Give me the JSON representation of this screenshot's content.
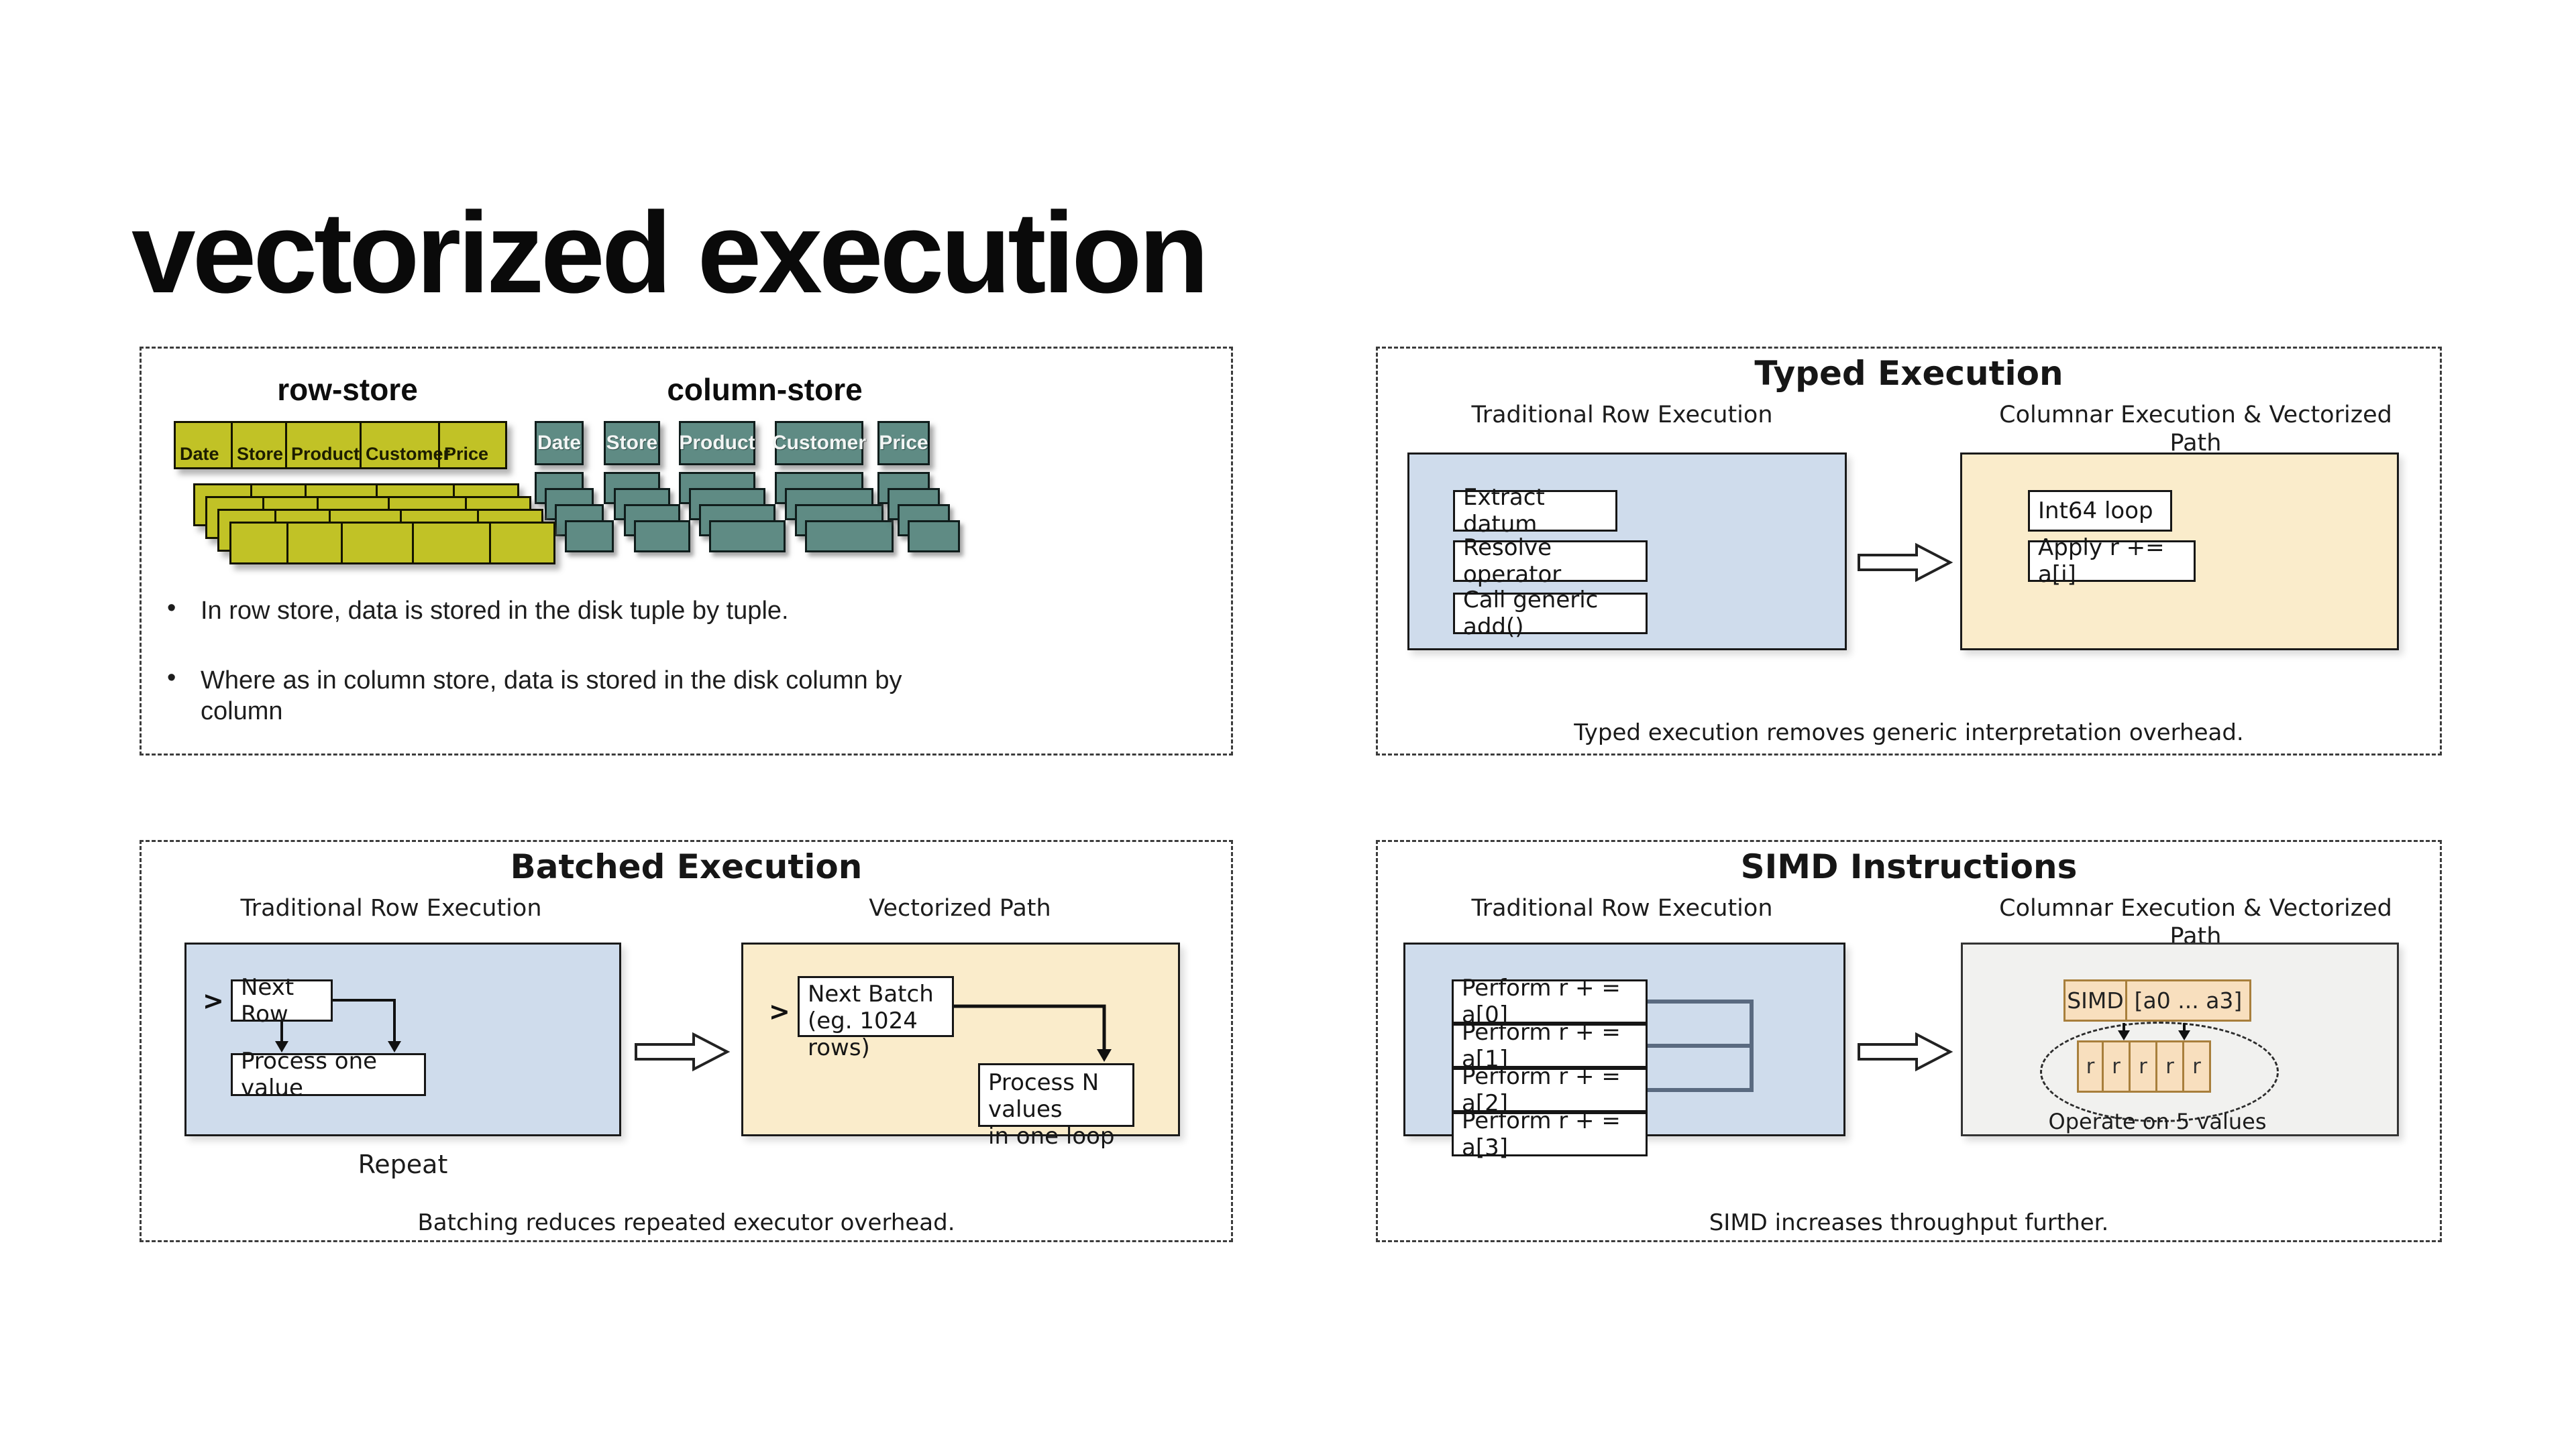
{
  "title": "vectorized execution",
  "colors": {
    "panel_blue": "#cfdcec",
    "panel_yellow": "#faeccb",
    "panel_gray": "#f1f1ef",
    "cell_orange": "#f8dfbe",
    "row_store_yellow": "#c1c226",
    "column_store_teal": "#5f8b84"
  },
  "panels": {
    "storage": {
      "row_store_heading": "row-store",
      "column_store_heading": "column-store",
      "columns": [
        "Date",
        "Store",
        "Product",
        "Customer",
        "Price"
      ],
      "bullet_glyph": "•",
      "bullets": [
        "In row store, data is stored in the disk tuple by tuple.",
        "Where as in column store, data is stored in the disk column by column"
      ]
    },
    "typed": {
      "title": "Typed Execution",
      "left_label": "Traditional Row Execution",
      "right_label": "Columnar Execution & Vectorized Path",
      "left_steps": [
        "Extract datum",
        "Resolve operator",
        "Call generic add()"
      ],
      "right_steps": [
        "Int64 loop",
        "Apply r += a[i]"
      ],
      "caption": "Typed execution removes generic interpretation overhead."
    },
    "batched": {
      "title": "Batched Execution",
      "left_label": "Traditional Row Execution",
      "right_label": "Vectorized Path",
      "cursor": ">",
      "next_row": "Next Row",
      "process_one": "Process one value",
      "repeat_label": "Repeat",
      "next_batch_line1": "Next Batch",
      "next_batch_line2": "(eg. 1024 rows)",
      "process_n_line1": "Process N values",
      "process_n_line2": "in one loop",
      "caption": "Batching reduces repeated executor overhead."
    },
    "simd": {
      "title": "SIMD Instructions",
      "left_label": "Traditional Row Execution",
      "right_label": "Columnar Execution & Vectorized Path",
      "perform_steps": [
        "Perform r + = a[0]",
        "Perform r + = a[1]",
        "Perform r + = a[2]",
        "Perform r + = a[3]"
      ],
      "simd_cell": "SIMD",
      "operand_cell": "[a0 ... a3]",
      "r_cells": [
        "r",
        "r",
        "r",
        "r",
        "r"
      ],
      "ellipse_label": "Operate on 5 values",
      "caption": "SIMD increases throughput further."
    }
  }
}
